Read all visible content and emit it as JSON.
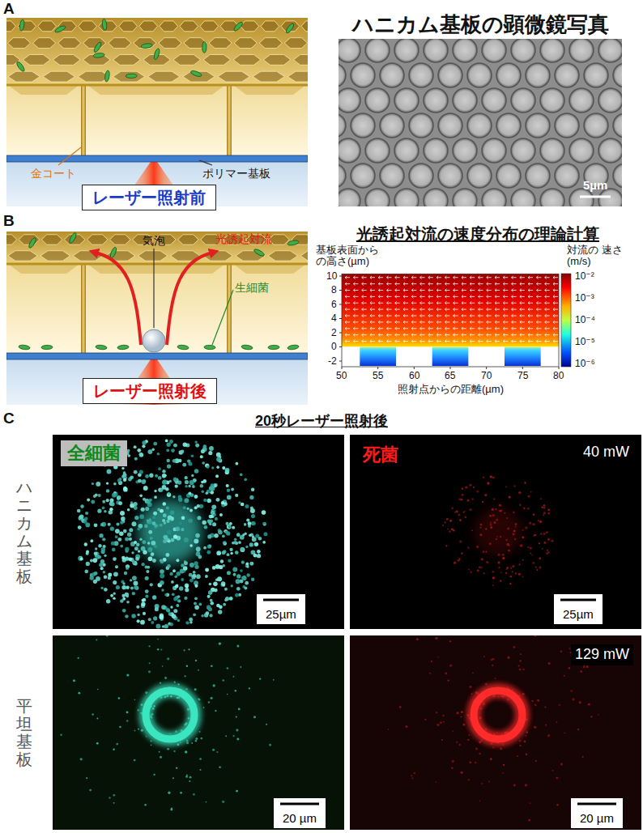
{
  "diagram": {
    "nodes": [
      {
        "text": [
          "レーザー照射前"
        ]
      },
      {
        "text": [
          "レーザー照射後"
        ]
      },
      {
        "text": [
          "全細菌"
        ]
      },
      {
        "text": [
          "死菌"
        ]
      }
    ],
    "labels": [
      "A",
      "ハニカム基板の顕微鏡写真",
      "金コート",
      "ポリマー基板",
      "5µm",
      "B",
      "気泡",
      "光誘起対流",
      "生細菌",
      "光誘起対流の速度分布の理論計算",
      "基板表面から の高さ(µm)",
      "対流の 速さ(m/s)",
      "10",
      "8",
      "6",
      "4",
      "2",
      "0",
      "-2",
      "50",
      "55",
      "60",
      "65",
      "70",
      "75",
      "80",
      "照射点からの距離(µm)",
      "10⁻²",
      "10⁻³",
      "10⁻⁴",
      "10⁻⁵",
      "10⁻⁶",
      "C",
      "20秒レーザー照射後",
      "ハニカム基板",
      "平坦基板",
      "40 mW",
      "25µm",
      "25µm",
      "129 mW",
      "20 µm",
      "20 µm"
    ]
  }
}
